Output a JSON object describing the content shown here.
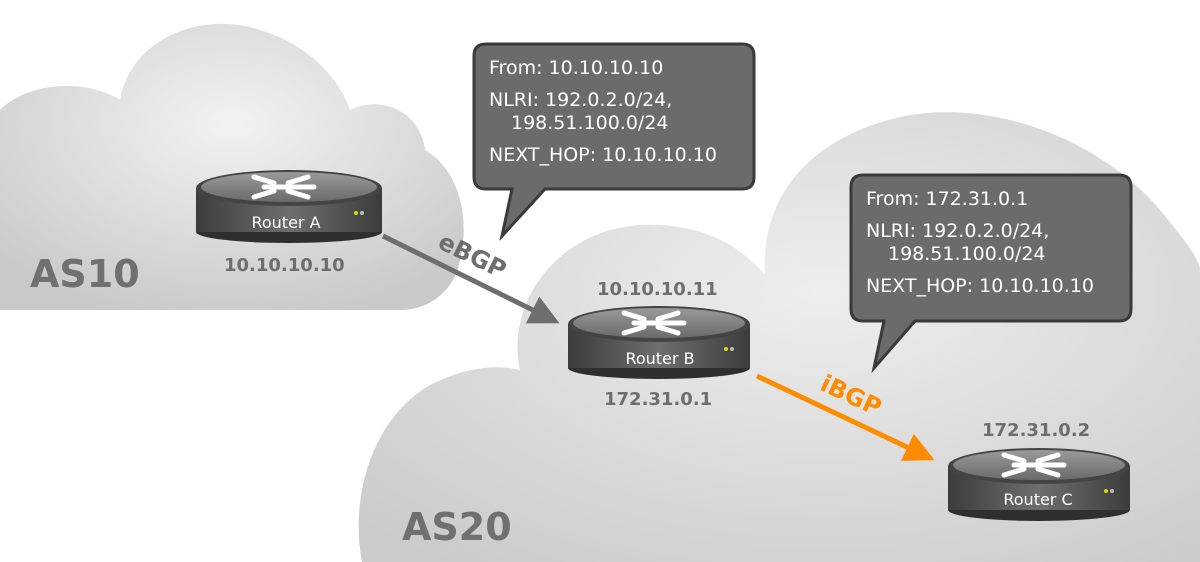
{
  "as_labels": {
    "as10": "AS10",
    "as20": "AS20"
  },
  "routers": {
    "a": {
      "name": "Router A",
      "ip": "10.10.10.10"
    },
    "b": {
      "name": "Router B",
      "ip_top": "10.10.10.11",
      "ip_bottom": "172.31.0.1"
    },
    "c": {
      "name": "Router C",
      "ip": "172.31.0.2"
    }
  },
  "links": {
    "ebgp": {
      "label": "eBGP",
      "color": "#6e6e6e"
    },
    "ibgp": {
      "label": "iBGP",
      "color": "#ff8c00"
    }
  },
  "bubbles": {
    "ebgp_update": {
      "from": "From: 10.10.10.10",
      "nlri_line1": "NLRI: 192.0.2.0/24,",
      "nlri_line2": "198.51.100.0/24",
      "next_hop": "NEXT_HOP: 10.10.10.10"
    },
    "ibgp_update": {
      "from": "From: 172.31.0.1",
      "nlri_line1": "NLRI: 192.0.2.0/24,",
      "nlri_line2": "198.51.100.0/24",
      "next_hop": "NEXT_HOP: 10.10.10.10"
    }
  },
  "colors": {
    "cloud": "#d6d6d6",
    "bubble_fill": "#6b6b6b",
    "bubble_stroke": "#3a3a3a",
    "router_body": "#5c5c5c"
  }
}
